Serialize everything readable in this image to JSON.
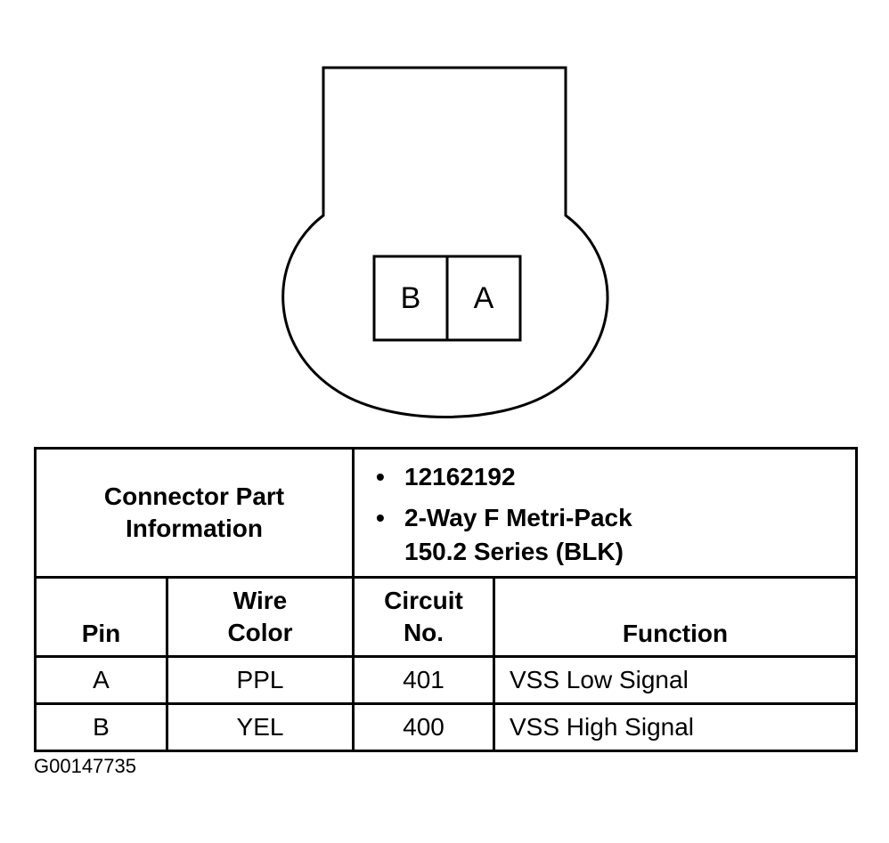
{
  "connector_diagram": {
    "pins": [
      {
        "label": "B",
        "position": "left"
      },
      {
        "label": "A",
        "position": "right"
      }
    ]
  },
  "table": {
    "part_info_label_line1": "Connector Part",
    "part_info_label_line2": "Information",
    "part_info_items": [
      {
        "bullet": "•",
        "text": "12162192"
      },
      {
        "bullet": "•",
        "text": "2-Way F Metri-Pack",
        "text_line2": "150.2 Series (BLK)"
      }
    ],
    "headers": {
      "pin": "Pin",
      "wire_color_line1": "Wire",
      "wire_color_line2": "Color",
      "circuit_line1": "Circuit",
      "circuit_line2": "No.",
      "function": "Function"
    },
    "rows": [
      {
        "pin": "A",
        "wire_color": "PPL",
        "circuit": "401",
        "function": "VSS Low Signal"
      },
      {
        "pin": "B",
        "wire_color": "YEL",
        "circuit": "400",
        "function": "VSS High Signal"
      }
    ]
  },
  "figure_id": "G00147735"
}
